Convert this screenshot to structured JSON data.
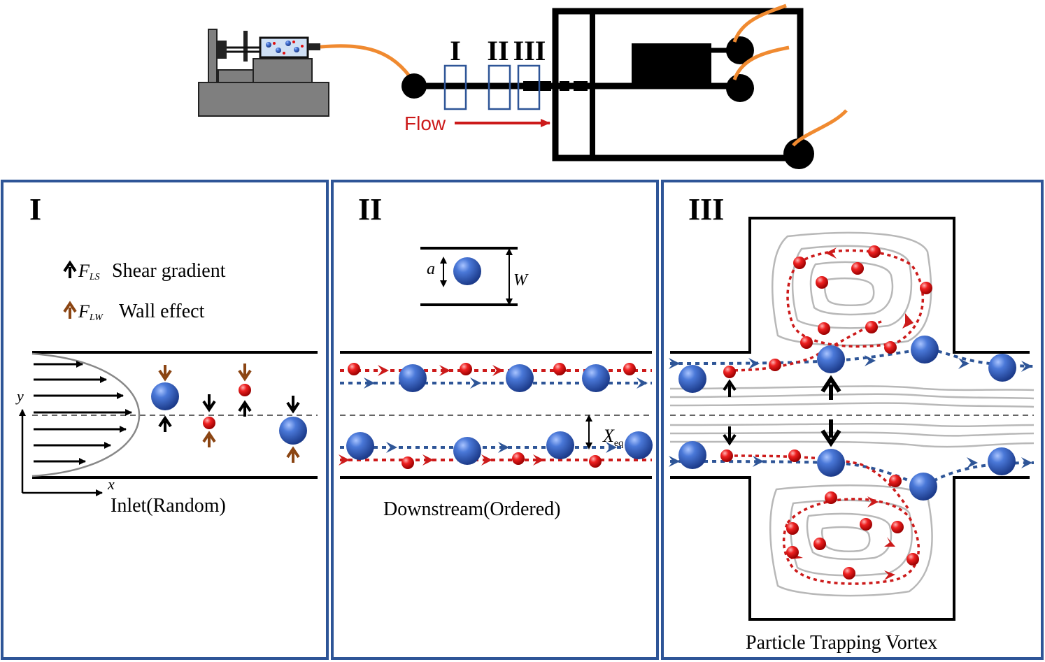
{
  "top": {
    "station_labels": [
      "I",
      "II",
      "III"
    ],
    "flow_label": "Flow"
  },
  "panel1": {
    "numeral": "I",
    "legend": [
      {
        "symbol": "F",
        "subscript": "LS",
        "text": "Shear gradient",
        "arrow_color": "#000000"
      },
      {
        "symbol": "F",
        "subscript": "LW",
        "text": "Wall effect",
        "arrow_color": "#8b4513"
      }
    ],
    "axis_x": "x",
    "axis_y": "y",
    "caption": "Inlet(Random)"
  },
  "panel2": {
    "numeral": "II",
    "label_a": "a",
    "label_w": "W",
    "label_xeq": "X",
    "label_xeq_sub": "eq",
    "caption": "Downstream(Ordered)"
  },
  "panel3": {
    "numeral": "III",
    "caption": "Particle Trapping Vortex"
  },
  "colors": {
    "panel_border": "#2e5597",
    "particle_blue": "#2f5dbf",
    "particle_red": "#e01010",
    "flow_red": "#cc1a1a",
    "tubing": "#f08a30",
    "pump_gray": "#7f7f7f",
    "streamline_gray": "#b8b8b8",
    "wall_force_brown": "#8b4513"
  }
}
